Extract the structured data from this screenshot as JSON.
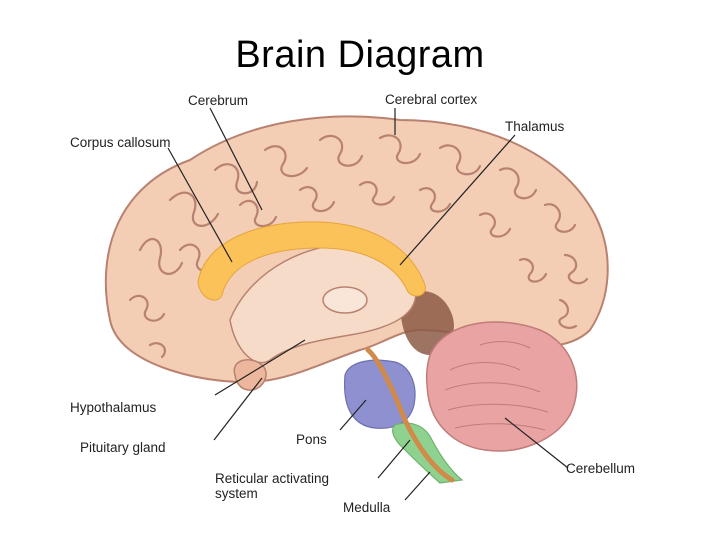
{
  "title": "Brain Diagram",
  "colors": {
    "cortex": "#f3cdb4",
    "cortex_outline": "#b98270",
    "corpus_callosum": "#fbc25a",
    "cerebellum": "#eaa3a3",
    "brainstem": "#8e90cf",
    "medulla": "#8fd18f",
    "reticular": "#d08a4a",
    "dark_region": "#8c5a46"
  },
  "labels": {
    "cerebrum": "Cerebrum",
    "cerebral_cortex": "Cerebral cortex",
    "corpus_callosum": "Corpus callosum",
    "thalamus": "Thalamus",
    "hypothalamus": "Hypothalamus",
    "pituitary_gland": "Pituitary gland",
    "pons": "Pons",
    "reticular_line1": "Reticular activating",
    "reticular_line2": "system",
    "medulla": "Medulla",
    "cerebellum": "Cerebellum"
  }
}
